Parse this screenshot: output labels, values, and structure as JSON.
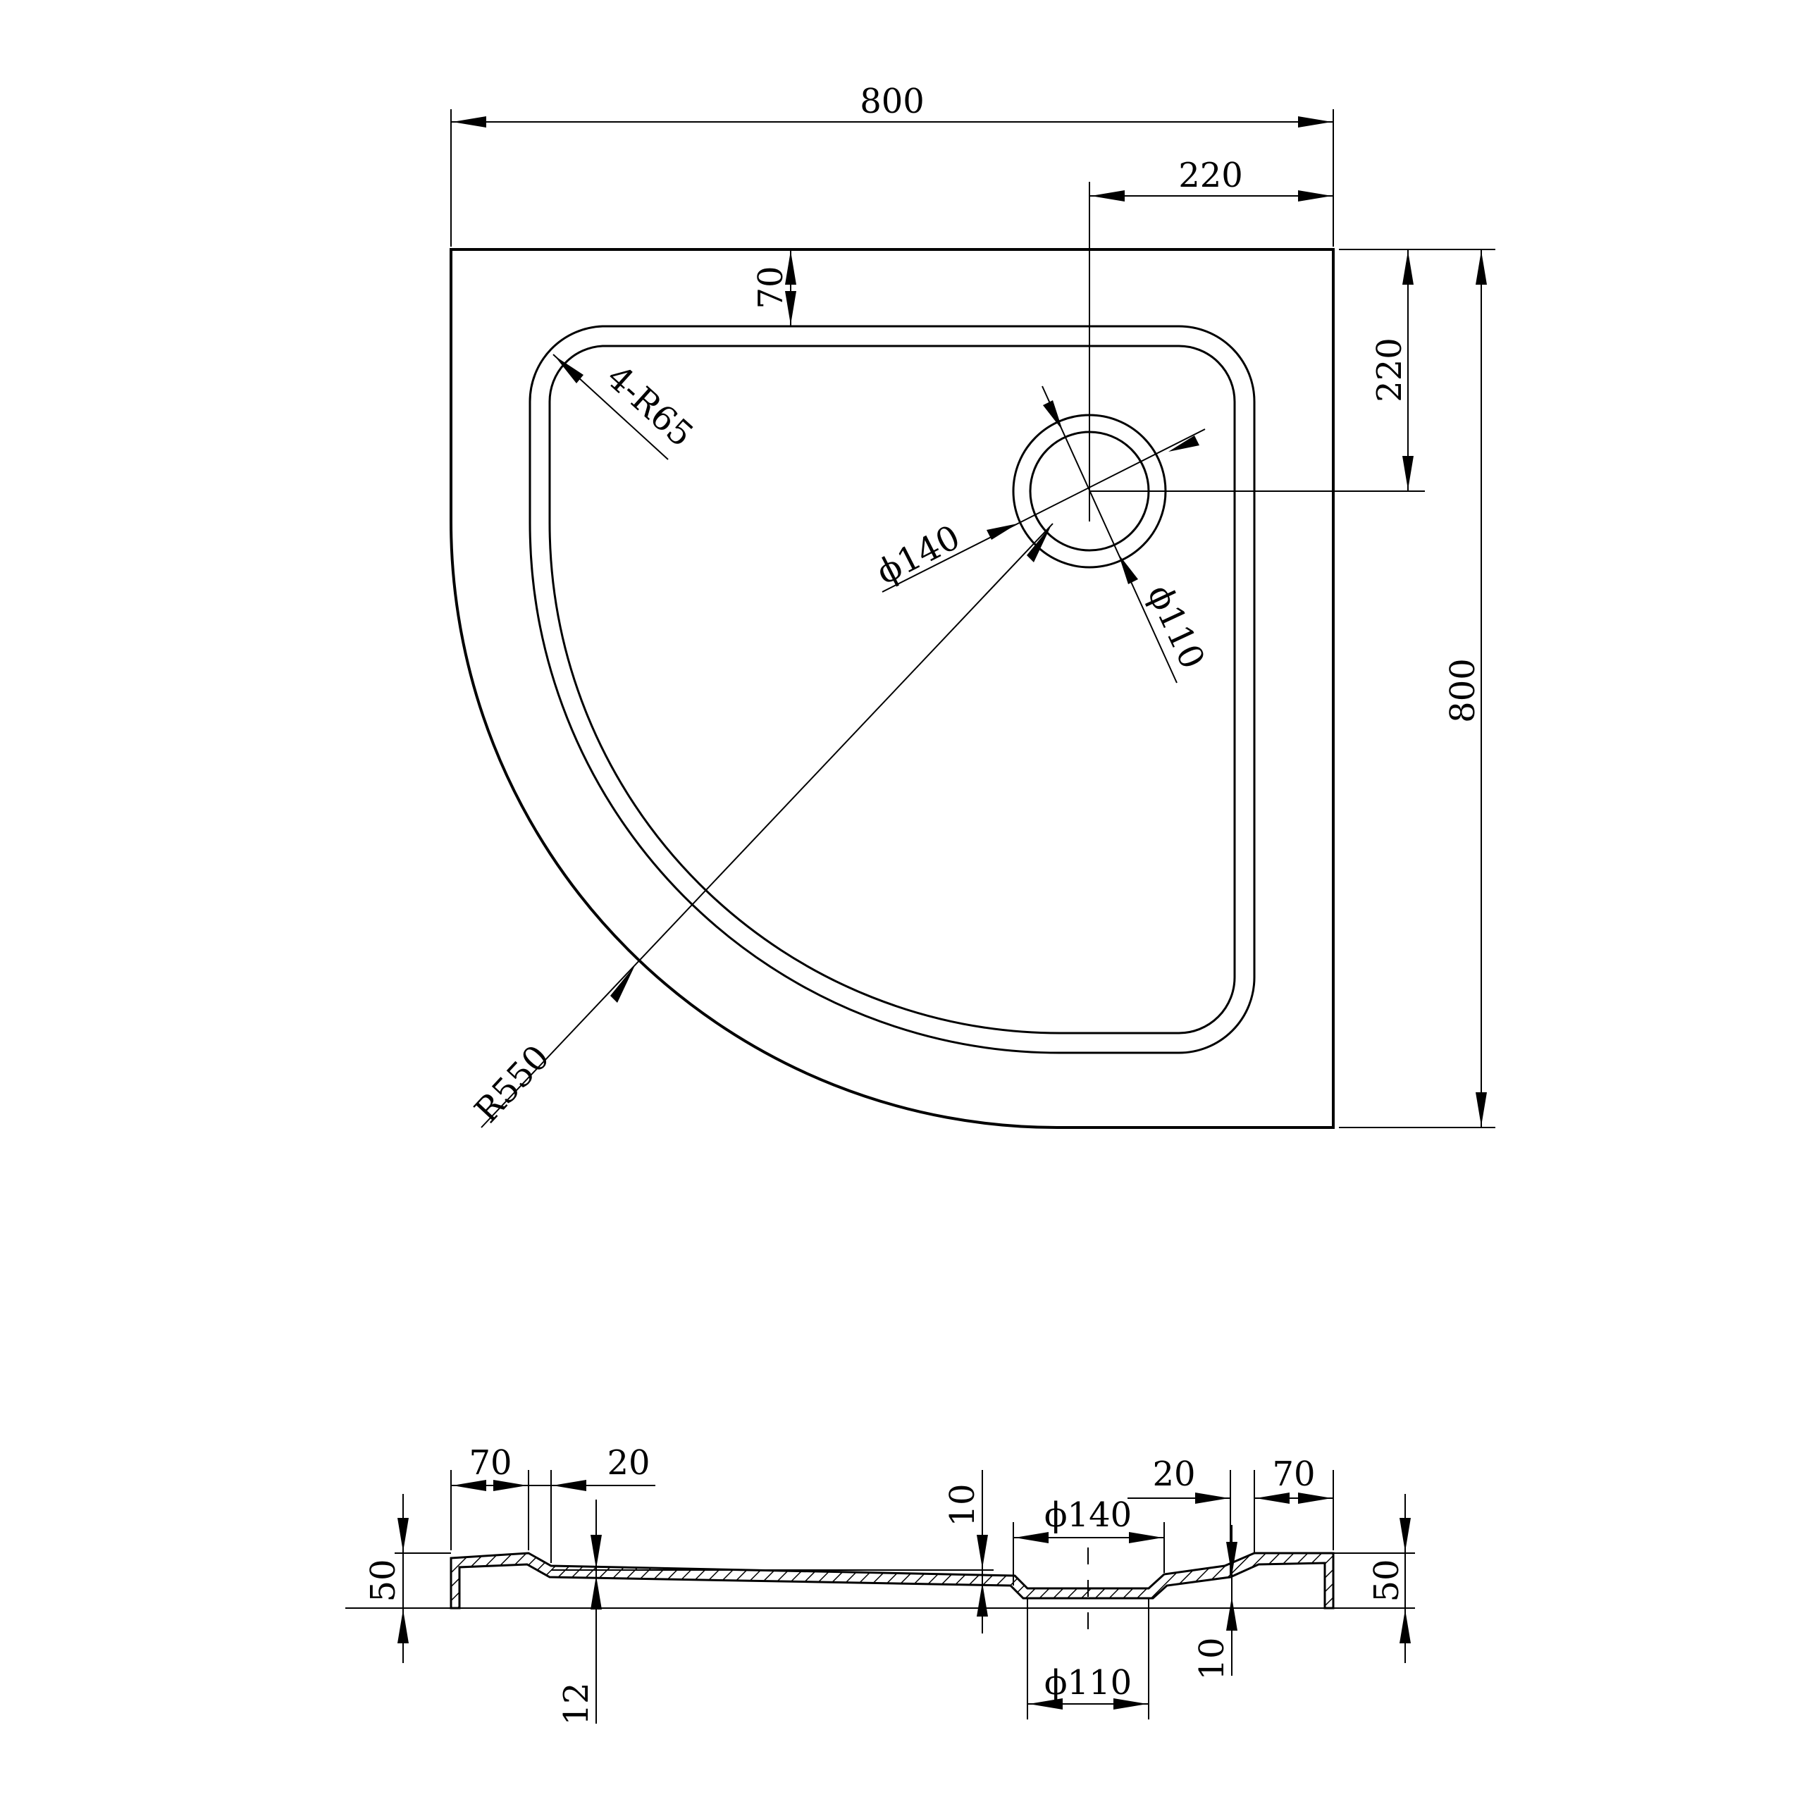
{
  "plan_view": {
    "overall_width": "800",
    "overall_depth": "800",
    "drain_offset_x": "220",
    "drain_offset_y": "220",
    "rim_width": "70",
    "corner_radius": "4-R65",
    "arc_radius": "R550",
    "drain_outer_dia": "ϕ140",
    "drain_inner_dia": "ϕ110"
  },
  "section_view": {
    "left_rim": "70",
    "left_slope": "20",
    "right_slope": "20",
    "right_rim": "70",
    "drain_outer_dia": "ϕ140",
    "drain_inner_dia": "ϕ110",
    "height_left": "50",
    "height_right": "50",
    "floor_thickness": "12",
    "fall_left": "10",
    "fall_right": "10"
  }
}
